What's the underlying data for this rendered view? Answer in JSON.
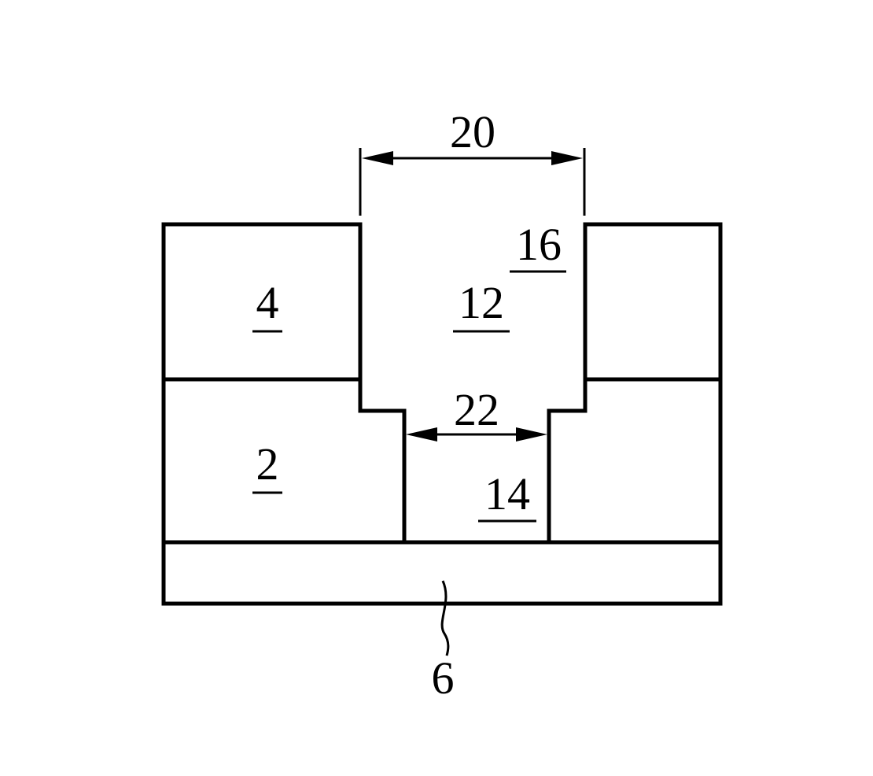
{
  "labels": {
    "layer_top_left": "4",
    "layer_bottom_left": "2",
    "upper_opening": "12",
    "sidewall": "16",
    "lower_opening": "14",
    "upper_width": "20",
    "lower_width": "22",
    "base": "6"
  }
}
